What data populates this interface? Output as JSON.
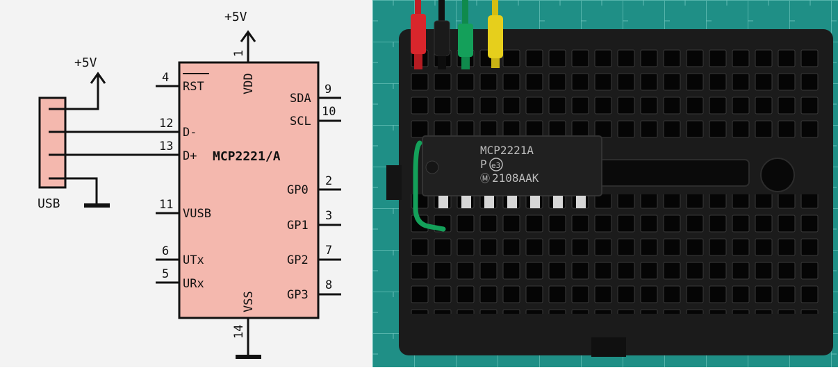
{
  "schematic": {
    "chip": {
      "name": "MCP2221/A",
      "pins": {
        "rst": {
          "label": "RST",
          "num": "4"
        },
        "dminus": {
          "label": "D-",
          "num": "12"
        },
        "dplus": {
          "label": "D+",
          "num": "13"
        },
        "vusb": {
          "label": "VUSB",
          "num": "11"
        },
        "utx": {
          "label": "UTx",
          "num": "6"
        },
        "urx": {
          "label": "URx",
          "num": "5"
        },
        "vdd": {
          "label": "VDD",
          "num": "1"
        },
        "vss": {
          "label": "VSS",
          "num": "14"
        },
        "sda": {
          "label": "SDA",
          "num": "9"
        },
        "scl": {
          "label": "SCL",
          "num": "10"
        },
        "gp0": {
          "label": "GP0",
          "num": "2"
        },
        "gp1": {
          "label": "GP1",
          "num": "3"
        },
        "gp2": {
          "label": "GP2",
          "num": "7"
        },
        "gp3": {
          "label": "GP3",
          "num": "8"
        }
      }
    },
    "power_top": "+5V",
    "power_usb": "+5V",
    "usb_label": "USB",
    "colors": {
      "chip_fill": "#f4b8ae",
      "line": "#111111"
    }
  },
  "photo": {
    "chip_marking": {
      "line1": "MCP2221A",
      "line2": "P",
      "line2_badge": "e3",
      "line3": "2108AAK"
    },
    "wire_colors": [
      "#d9262c",
      "#1a1a1a",
      "#14a05a",
      "#e6cf1c"
    ],
    "background_color": "#1f8f86",
    "breadboard_color": "#1b1b1b"
  }
}
